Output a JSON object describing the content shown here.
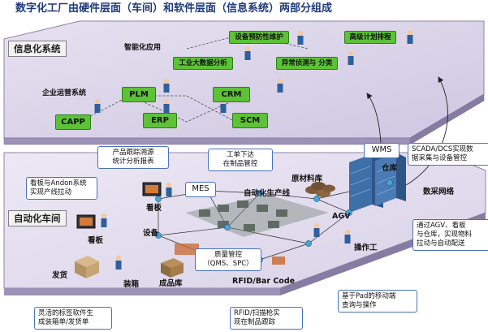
{
  "title": "数字化工厂由硬件层面（车间）和软件层面（信息系统）两部分组成",
  "layers": {
    "info": "信息化系统",
    "shop": "自动化车间"
  },
  "info_groups": {
    "smart_apps": "智能化应用",
    "enterprise": "企业运营系统"
  },
  "systems": {
    "plm": "PLM",
    "crm": "CRM",
    "capp": "CAPP",
    "erp": "ERP",
    "scm": "SCM",
    "predictive_maintenance": "设备预防性维护",
    "big_data": "工业大数据分析",
    "anomaly": "异常侦测与 分类",
    "advanced_planning": "高级计划排程"
  },
  "floor_labels": {
    "wms": "WMS",
    "warehouse": "仓库",
    "raw_material": "原材料库",
    "production_line": "自动化生产线",
    "mes": "MES",
    "kanban_mid": "看板",
    "kanban_left": "看板",
    "equipment": "设备",
    "agv": "AGV",
    "operator": "操作工",
    "shipping": "发货",
    "boxing": "装箱",
    "finished_goods": "成品库",
    "rfid": "RFID/Bar Code",
    "data_network": "数采网络"
  },
  "callouts": {
    "traceability": "产品跟踪溯源\n统计分析报表",
    "work_order": "工单下达\n在制品管控",
    "scada": "SCADA/DCS实现数\n据采集与设备管控",
    "andon": "看板与Andon系统\n实现产线拉动",
    "quality": "质量管控\n（QMS、SPC）",
    "agv_note": "通过AGV、看板\n与仓库，实现物料\n拉动与自动配送",
    "pad": "基于Pad的移动端\n查询与操作",
    "label_software": "灵活的标签软件生\n成装箱单/发货单",
    "rfid_scan": "RFID/扫描枪实\n现在制品跟踪"
  },
  "colors": {
    "title": "#1f3a7a",
    "system_button": "#5cc236",
    "callout_border": "#4a72b8",
    "platform_top": "#d6d0e6",
    "platform_side": "#8a7fa6"
  }
}
